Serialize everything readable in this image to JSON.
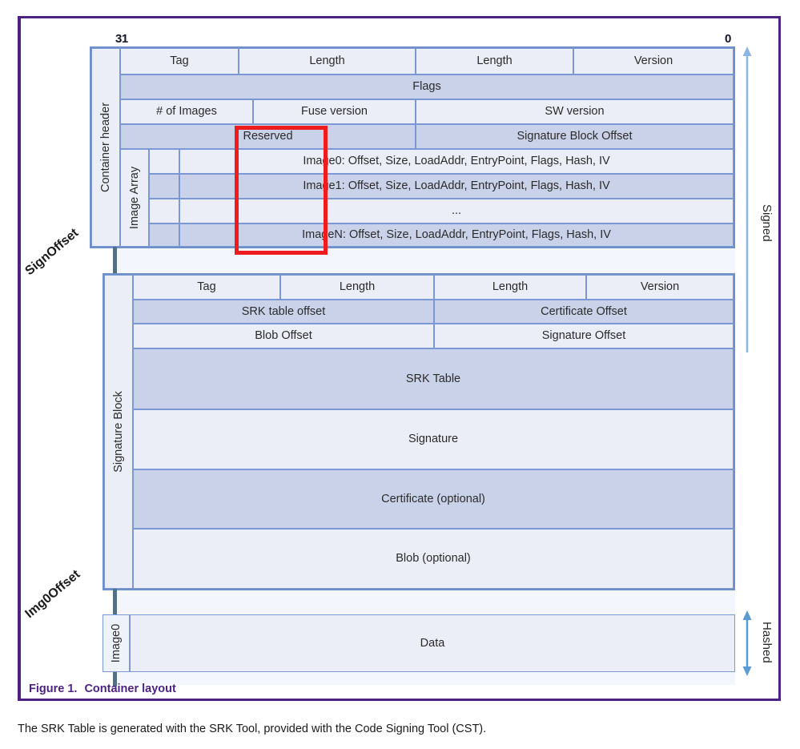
{
  "figure": {
    "caption_number": "Figure 1.",
    "caption_title": "Container layout",
    "body_text": "The SRK Table is generated with the SRK Tool, provided with the Code Signing Tool (CST)."
  },
  "colors": {
    "frame_purple": "#4c2382",
    "cell_border": "#7b98d4",
    "fill_light": "#ebedf7",
    "fill_dark": "#c9d2e9",
    "fill_pale": "#f3f6fc",
    "highlight_red": "#ee1c1c",
    "connector_slate": "#4c7289",
    "arrow_blue": "#5b9bd5"
  },
  "bit_labels": {
    "msb": "31",
    "lsb": "0"
  },
  "side_labels": {
    "container_header": "Container header",
    "image_array": "Image Array",
    "signature_block": "Signature Block",
    "image0": "Image0"
  },
  "offset_labels": {
    "sign_offset": "SignOffset",
    "img0_offset": "Img0Offset"
  },
  "span_labels": {
    "signed": "Signed",
    "hashed": "Hashed"
  },
  "container_header": {
    "row_tag": [
      {
        "label": "Tag"
      },
      {
        "label": "Length"
      },
      {
        "label": "Length"
      },
      {
        "label": "Version"
      }
    ],
    "row_flags": [
      {
        "label": "Flags"
      }
    ],
    "row_images": [
      {
        "label": "# of Images"
      },
      {
        "label": "Fuse version"
      },
      {
        "label": "SW version"
      }
    ],
    "row_reserved": [
      {
        "label": "Reserved"
      },
      {
        "label": "Signature Block Offset"
      }
    ]
  },
  "image_array": [
    {
      "label": "Image0: Offset, Size, LoadAddr, EntryPoint, Flags, Hash, IV"
    },
    {
      "label": "Image1: Offset, Size, LoadAddr, EntryPoint, Flags, Hash, IV"
    },
    {
      "label": "..."
    },
    {
      "label": "ImageN: Offset, Size, LoadAddr, EntryPoint, Flags, Hash, IV"
    }
  ],
  "signature_block": {
    "row_tag": [
      {
        "label": "Tag"
      },
      {
        "label": "Length"
      },
      {
        "label": "Length"
      },
      {
        "label": "Version"
      }
    ],
    "row_offsets_1": [
      {
        "label": "SRK table offset"
      },
      {
        "label": "Certificate Offset"
      }
    ],
    "row_offsets_2": [
      {
        "label": "Blob Offset"
      },
      {
        "label": "Signature Offset"
      }
    ],
    "big_rows": [
      {
        "label": "SRK Table"
      },
      {
        "label": "Signature"
      },
      {
        "label": "Certificate (optional)"
      },
      {
        "label": "Blob (optional)"
      }
    ]
  },
  "image0_block": {
    "data_label": "Data"
  }
}
